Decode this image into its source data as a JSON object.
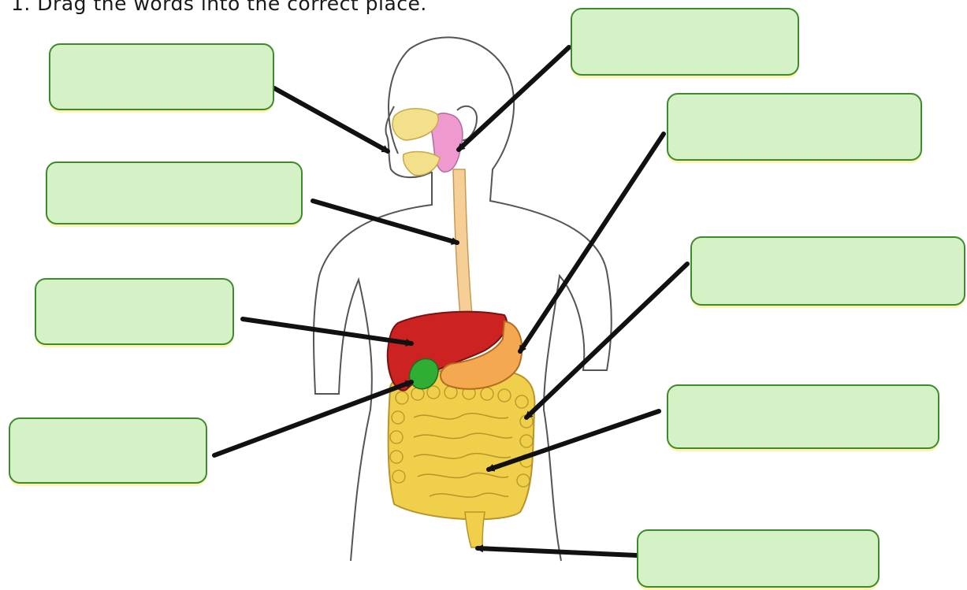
{
  "instruction": "1.   Drag the words into the correct place.",
  "colors": {
    "drop_box_fill": "#d4f2c6",
    "drop_box_border": "#3e8a2c",
    "liver": "#cc2222",
    "gallbladder": "#2fae33",
    "stomach": "#f4a950",
    "intestines": "#f0cf4a",
    "esophagus": "#f5cf95",
    "salivary_glands": "#ee9ad0",
    "arrow": "#111111"
  },
  "drop_zones": [
    {
      "target": "mouth",
      "label": ""
    },
    {
      "target": "salivary-glands",
      "label": ""
    },
    {
      "target": "esophagus",
      "label": ""
    },
    {
      "target": "stomach",
      "label": ""
    },
    {
      "target": "liver",
      "label": ""
    },
    {
      "target": "large-intestine",
      "label": ""
    },
    {
      "target": "gallbladder",
      "label": ""
    },
    {
      "target": "small-intestine",
      "label": ""
    },
    {
      "target": "rectum",
      "label": ""
    }
  ]
}
